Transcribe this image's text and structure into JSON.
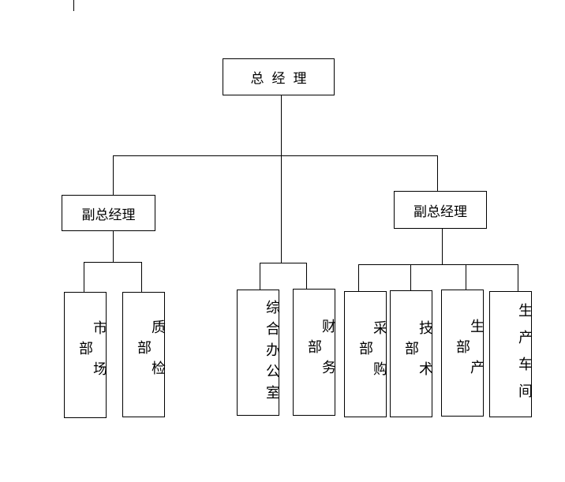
{
  "org": {
    "ceo": "总经理",
    "vp_left": "副总经理",
    "vp_right": "副总经理",
    "departments": {
      "market": "市场部",
      "qc": "质检部",
      "admin": "综合办公室",
      "finance": "财务部",
      "purchase": "采购部",
      "tech": "技术部",
      "production": "生产部",
      "workshop": "生产车间"
    }
  }
}
